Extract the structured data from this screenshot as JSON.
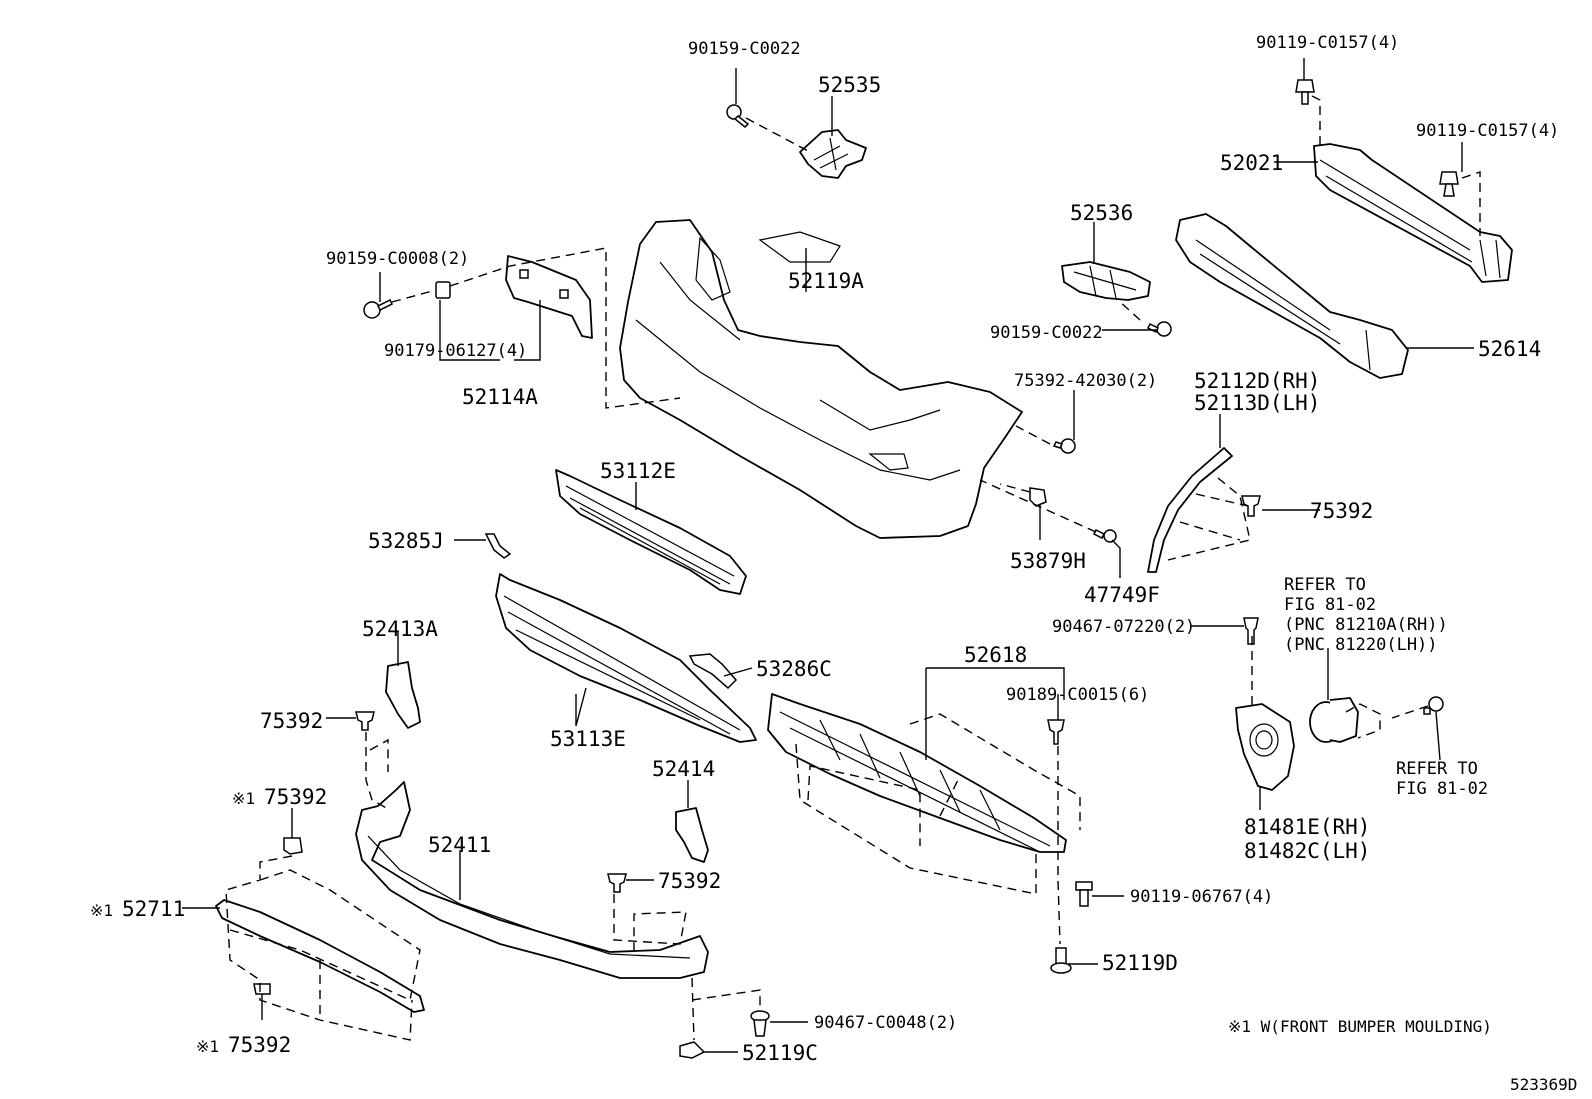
{
  "diagram_id": "523369D",
  "footnote": "※1 W(FRONT BUMPER MOULDING)",
  "labels": {
    "p90159_c0022_top": "90159-C0022",
    "p52535": "52535",
    "p90119_c0157_a": "90119-C0157(4)",
    "p90119_c0157_b": "90119-C0157(4)",
    "p52021": "52021",
    "p52536": "52536",
    "p90159_c0008": "90159-C0008(2)",
    "p52119a": "52119A",
    "p90159_c0022_mid": "90159-C0022",
    "p52614": "52614",
    "p90179_06127": "90179-06127(4)",
    "p52114a": "52114A",
    "p75392_42030": "75392-42030(2)",
    "p52112d": "52112D(RH)",
    "p52113d": "52113D(LH)",
    "p53112e": "53112E",
    "p75392_right": "75392",
    "p53285j": "53285J",
    "p53879h": "53879H",
    "p47749f": "47749F",
    "refer_fig_a": [
      "REFER TO",
      "FIG 81-02",
      "(PNC 81210A(RH))",
      "(PNC 81220(LH))"
    ],
    "p90467_07220": "90467-07220(2)",
    "p52413a": "52413A",
    "p52618": "52618",
    "p53286c": "53286C",
    "p90189_c0015": "90189-C0015(6)",
    "p75392_left": "75392",
    "p53113e": "53113E",
    "refer_fig_b": [
      "REFER TO",
      "FIG 81-02"
    ],
    "p52414": "52414",
    "p75392_x1_top": "75392",
    "p81481e": "81481E(RH)",
    "p81482c": "81482C(LH)",
    "p52411": "52411",
    "p75392_bottom": "75392",
    "p52711": "52711",
    "p90119_06767": "90119-06767(4)",
    "p52119d": "52119D",
    "p90467_c0048": "90467-C0048(2)",
    "p75392_x1_bottom": "75392",
    "p52119c": "52119C"
  },
  "marks": {
    "note_mark": "※1"
  }
}
